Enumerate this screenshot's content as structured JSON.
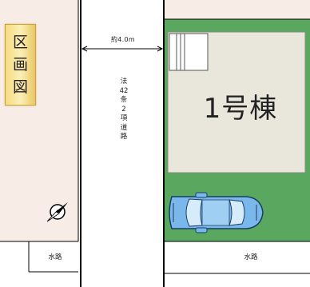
{
  "title": {
    "characters": [
      "区",
      "画",
      "図"
    ]
  },
  "road": {
    "width_label": "約4.0m",
    "name_characters": [
      "法",
      "42",
      "条",
      "2",
      "項",
      "道",
      "路"
    ]
  },
  "building": {
    "label": "1号棟"
  },
  "waterways": {
    "left_label": "水路",
    "right_label": "水路"
  },
  "icons": {
    "compass": "north-arrow-compass-icon",
    "car": "parked-car-icon"
  },
  "colors": {
    "lot_green": "#5aa85f",
    "lot_pink": "#f7ece6",
    "building_fill": "#e9e6dc",
    "car_body": "#7ab8ec",
    "title_gold": "#f2d67a",
    "line": "#000000"
  }
}
